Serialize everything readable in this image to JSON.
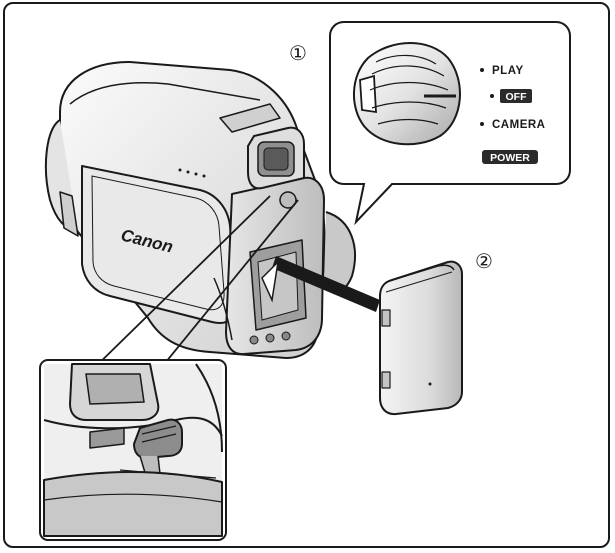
{
  "callouts": {
    "step1": "①",
    "step2": "②"
  },
  "dial": {
    "play_label": "PLAY",
    "off_label": "OFF",
    "camera_label": "CAMERA",
    "power_label": "POWER"
  },
  "camera": {
    "brand": "Canon"
  },
  "colors": {
    "line": "#1a1a1a",
    "body_light": "#f2f2f2",
    "body_mid": "#d9d9d9",
    "body_dark": "#a9a9a9",
    "label_fill": "#2b2b2b"
  }
}
